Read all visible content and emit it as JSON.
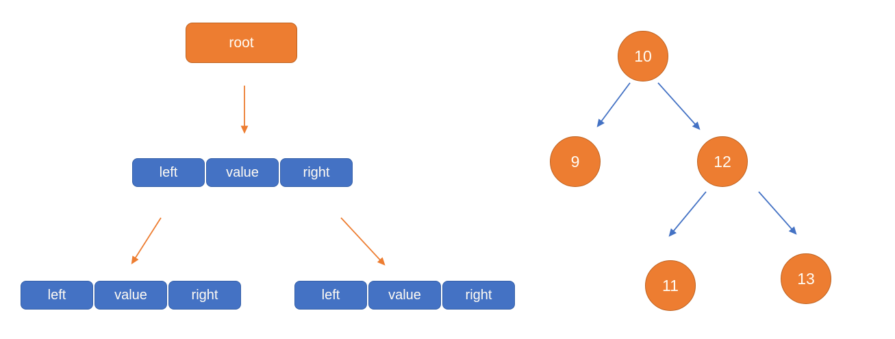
{
  "colors": {
    "orange_fill": "#ED7D31",
    "orange_border": "#BE6220",
    "blue_fill": "#4472C4",
    "blue_border": "#3560A8",
    "orange_arrow": "#ED7D31",
    "blue_arrow": "#4472C4",
    "label_text": "#FFFBF3",
    "background": "#FFFFFF"
  },
  "struct_diagram": {
    "root_label": "root",
    "nodes": [
      {
        "name": "parent",
        "cells": [
          "left",
          "value",
          "right"
        ]
      },
      {
        "name": "left-child",
        "cells": [
          "left",
          "value",
          "right"
        ]
      },
      {
        "name": "right-child",
        "cells": [
          "left",
          "value",
          "right"
        ]
      }
    ],
    "edges": [
      {
        "from": "root",
        "to": "parent"
      },
      {
        "from": "parent-left",
        "to": "left-child"
      },
      {
        "from": "parent-right",
        "to": "right-child"
      }
    ]
  },
  "tree_diagram": {
    "nodes": [
      {
        "value": "10"
      },
      {
        "value": "9"
      },
      {
        "value": "12"
      },
      {
        "value": "11"
      },
      {
        "value": "13"
      }
    ],
    "edges": [
      {
        "from": "10",
        "to": "9"
      },
      {
        "from": "10",
        "to": "12"
      },
      {
        "from": "12",
        "to": "11"
      },
      {
        "from": "12",
        "to": "13"
      }
    ]
  }
}
